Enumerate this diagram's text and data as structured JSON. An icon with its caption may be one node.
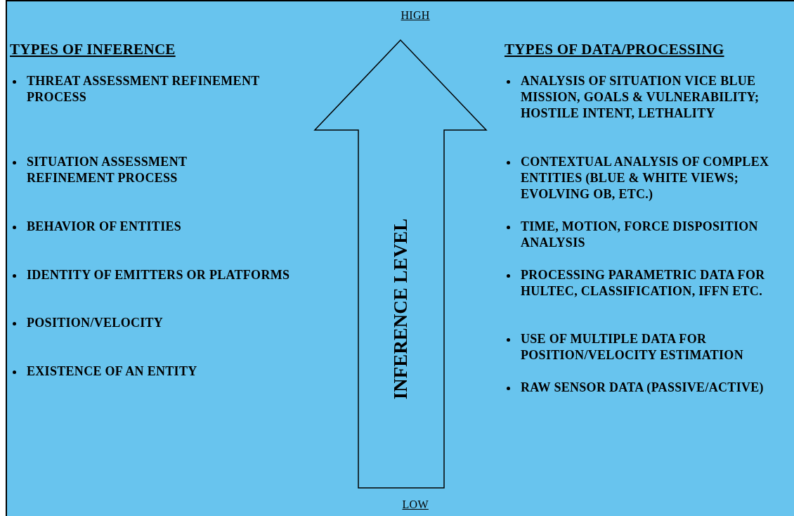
{
  "diagram": {
    "nodes": [
      {
        "text": [
          "INFERENCE LEVEL"
        ]
      }
    ],
    "edges": [],
    "labels": [
      "HIGH",
      "TYPES OF INFERENCE",
      "TYPES OF DATA/PROCESSING",
      "THREAT ASSESSMENT REFINEMENT PROCESS",
      "ANALYSIS OF SITUATION VICE BLUE MISSION, GOALS & VULNERABILITY; HOSTILE INTENT, LETHALITY",
      "SITUATION ASSESSMENT REFINEMENT PROCESS",
      "CONTEXTUAL ANALYSIS OF COMPLEX ENTITIES (BLUE & WHITE VIEWS; EVOLVING OB, ETC.)",
      "BEHAVIOR OF ENTITIES",
      "TIME, MOTION, FORCE DISPOSITION ANALYSIS",
      "IDENTITY OF EMITTERS OR PLATFORMS",
      "PROCESSING PARAMETRIC DATA FOR HULTEC, CLASSIFICATION, IFFN ETC.",
      "POSITION/VELOCITY",
      "USE OF MULTIPLE DATA FOR POSITION/VELOCITY ESTIMATION",
      "EXISTENCE OF AN ENTITY",
      "RAW SENSOR DATA (PASSIVE/ACTIVE)",
      "LOW"
    ]
  }
}
